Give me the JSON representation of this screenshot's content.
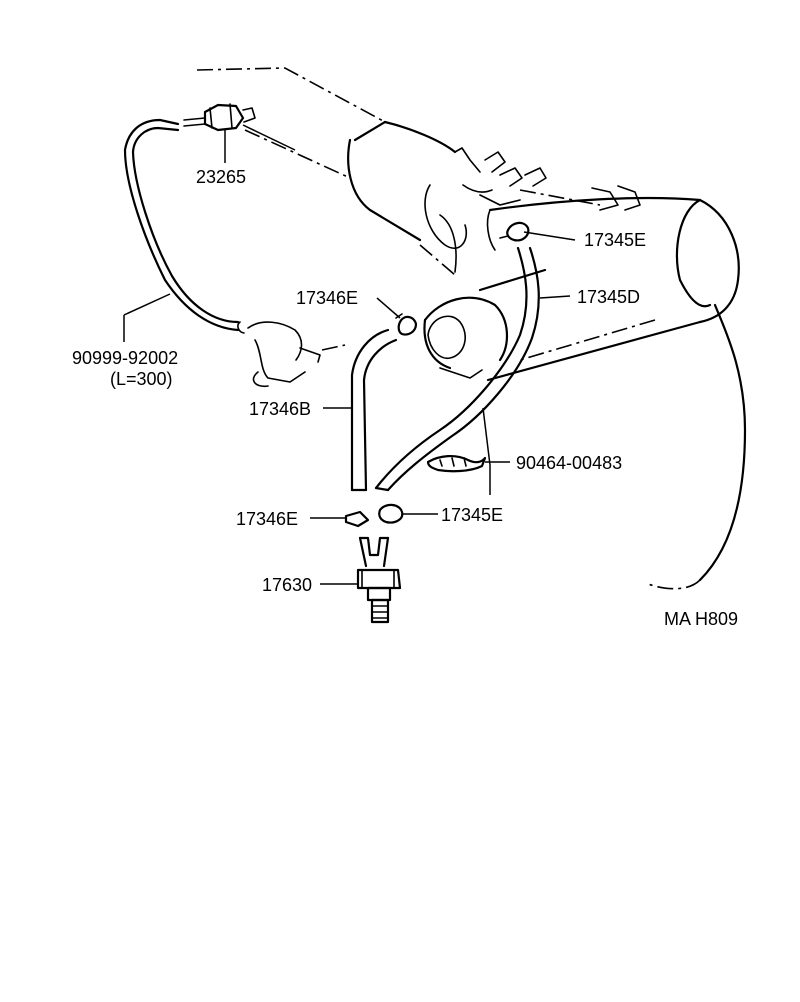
{
  "labels": {
    "l23265": "23265",
    "l90999": "90999-92002",
    "l90999_len": "(L=300)",
    "l17345E_top": "17345E",
    "l17345D": "17345D",
    "l17346E_top": "17346E",
    "l17346B": "17346B",
    "l90464": "90464-00483",
    "l17346E_bot": "17346E",
    "l17345E_bot": "17345E",
    "l17630": "17630"
  },
  "figure_code": "MA H809"
}
